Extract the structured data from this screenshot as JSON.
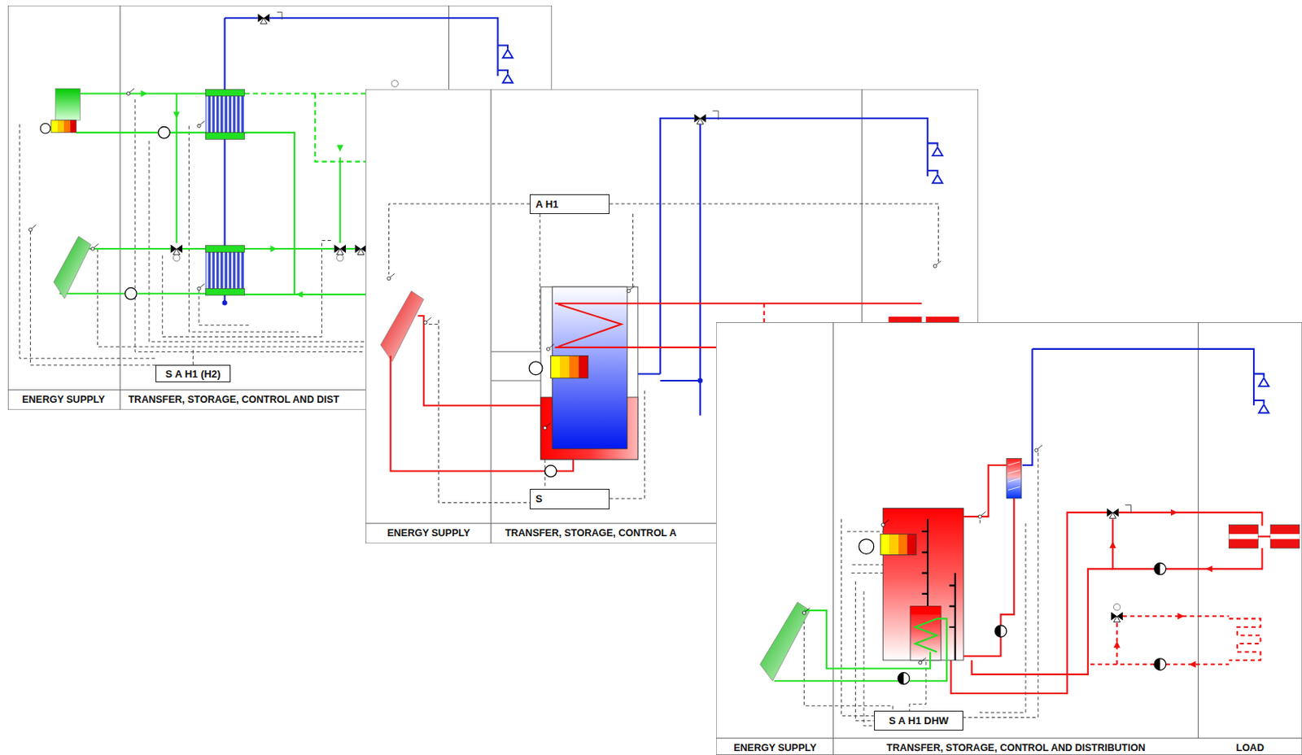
{
  "diagram": {
    "nodes": [
      {
        "text": [
          "S A H1 (H2)"
        ]
      },
      {
        "text": [
          "A H1"
        ]
      },
      {
        "text": [
          "S"
        ]
      },
      {
        "text": [
          "S A H1 DHW"
        ]
      }
    ],
    "labels": [
      "ENERGY SUPPLY",
      "TRANSFER, STORAGE, CONTROL AND DIST",
      "ENERGY SUPPLY",
      "TRANSFER, STORAGE, CONTROL A",
      "ENERGY SUPPLY",
      "TRANSFER, STORAGE, CONTROL AND DISTRIBUTION",
      "LOAD"
    ]
  }
}
